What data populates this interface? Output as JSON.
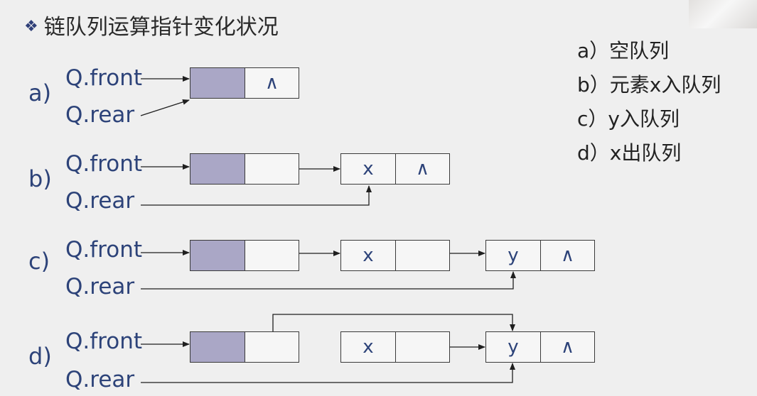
{
  "title": "链队列运算指针变化状况",
  "legend": [
    "a）空队列",
    "b）元素x入队列",
    "c）y入队列",
    "d）x出队列"
  ],
  "pointer_labels": {
    "front": "Q.front",
    "rear": "Q.rear"
  },
  "cases": [
    {
      "label": "a)",
      "nodes": [
        {
          "data": "",
          "next": "∧"
        }
      ]
    },
    {
      "label": "b)",
      "nodes": [
        {
          "data": "",
          "next": ""
        },
        {
          "data": "x",
          "next": "∧"
        }
      ]
    },
    {
      "label": "c)",
      "nodes": [
        {
          "data": "",
          "next": ""
        },
        {
          "data": "x",
          "next": ""
        },
        {
          "data": "y",
          "next": "∧"
        }
      ]
    },
    {
      "label": "d)",
      "nodes": [
        {
          "data": "",
          "next": ""
        },
        {
          "data": "x",
          "next": ""
        },
        {
          "data": "y",
          "next": "∧"
        }
      ]
    }
  ]
}
